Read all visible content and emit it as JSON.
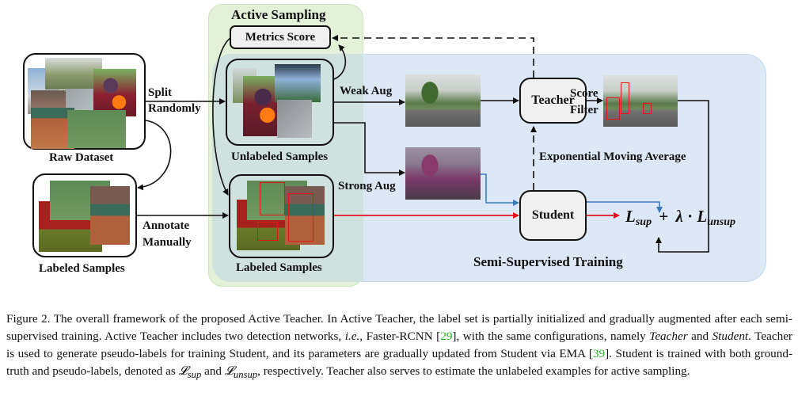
{
  "figure": {
    "regions": {
      "active_sampling": {
        "title": "Active Sampling",
        "color": "#e3efd9"
      },
      "semi_supervised": {
        "title": "Semi-Supervised Training",
        "color": "#dde8f4"
      }
    },
    "nodes": {
      "metrics_score": "Metrics Score",
      "teacher": "Teacher",
      "student": "Student"
    },
    "image_groups": {
      "raw_dataset": "Raw Dataset",
      "labeled_samples_left": "Labeled Samples",
      "unlabeled_samples": "Unlabeled Samples",
      "labeled_samples_right": "Labeled Samples"
    },
    "edge_labels": {
      "split_1": "Split",
      "split_2": "Randomly",
      "annotate_1": "Annotate",
      "annotate_2": "Manually",
      "weak_aug": "Weak Aug",
      "strong_aug": "Strong Aug",
      "score_1": "Score",
      "score_2": "Filter",
      "ema": "Exponential Moving Average"
    },
    "formula": {
      "l1": "L",
      "l1_sub": "sup",
      "plus": "+",
      "lambda": "λ",
      "dot": "·",
      "l2": "L",
      "l2_sub": "unsup"
    },
    "colors": {
      "supervised_arrow": "#e8141c",
      "unsupervised_arrow": "#3a7cc0",
      "box_highlight": "#e01818",
      "citation": "#22bb22"
    }
  },
  "caption": {
    "p1": "Figure 2.  The overall framework of the proposed Active Teacher.  In Active Teacher, the label set is partially initialized and gradually augmented after each semi-supervised training.  Active Teacher includes two detection networks, ",
    "ie": "i.e.",
    "p2": ", Faster-RCNN [",
    "cite1": "29",
    "p3": "], with the same configurations, namely ",
    "teacher": "Teacher",
    "p4": " and ",
    "student": "Student",
    "p5": ".  Teacher is used to generate pseudo-labels for training Student, and its parameters are gradually updated from Student via EMA [",
    "cite2": "39",
    "p6": "].  Student is trained with both ground-truth and pseudo-labels, denoted as ",
    "lsup": "𝓛",
    "lsup_sub": "sup",
    "p7": " and ",
    "lunsup": "𝓛",
    "lunsup_sub": "unsup",
    "p8": ", respectively. Teacher also serves to estimate the unlabeled examples for active sampling."
  }
}
